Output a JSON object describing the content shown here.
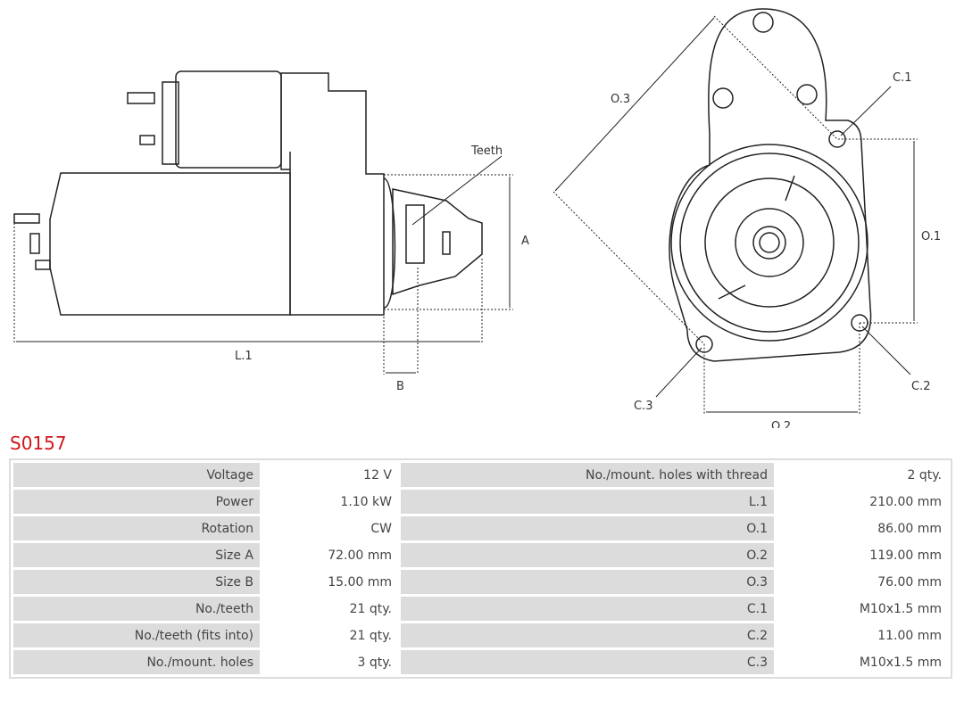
{
  "drawing": {
    "teeth": "Teeth",
    "a": "A",
    "b": "B",
    "l1": "L.1",
    "o1": "O.1",
    "o2": "O.2",
    "o3": "O.3",
    "c1": "C.1",
    "c2": "C.2",
    "c3": "C.3"
  },
  "title": "S0157",
  "rows": [
    {
      "l1": "Voltage",
      "v1": "12 V",
      "l2": "No./mount. holes with thread",
      "v2": "2 qty."
    },
    {
      "l1": "Power",
      "v1": "1.10 kW",
      "l2": "L.1",
      "v2": "210.00 mm"
    },
    {
      "l1": "Rotation",
      "v1": "CW",
      "l2": "O.1",
      "v2": "86.00 mm"
    },
    {
      "l1": "Size A",
      "v1": "72.00 mm",
      "l2": "O.2",
      "v2": "119.00 mm"
    },
    {
      "l1": "Size B",
      "v1": "15.00 mm",
      "l2": "O.3",
      "v2": "76.00 mm"
    },
    {
      "l1": "No./teeth",
      "v1": "21 qty.",
      "l2": "C.1",
      "v2": "M10x1.5 mm"
    },
    {
      "l1": "No./teeth (fits into)",
      "v1": "21 qty.",
      "l2": "C.2",
      "v2": "11.00 mm"
    },
    {
      "l1": "No./mount. holes",
      "v1": "3 qty.",
      "l2": "C.3",
      "v2": "M10x1.5 mm"
    }
  ]
}
